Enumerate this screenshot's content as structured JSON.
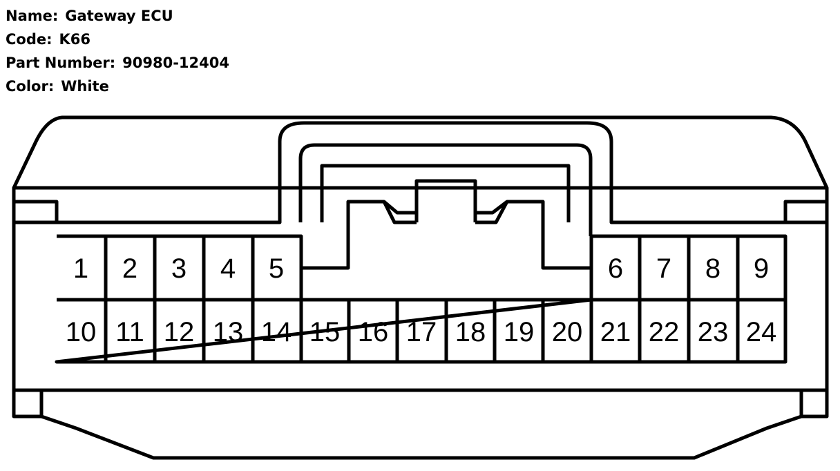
{
  "info": {
    "name_label": "Name:",
    "name_value": "Gateway ECU",
    "code_label": "Code:",
    "code_value": "K66",
    "part_label": "Part Number:",
    "part_value": "90980-12404",
    "color_label": "Color:",
    "color_value": "White"
  },
  "connector": {
    "top_row_pins": [
      "1",
      "2",
      "3",
      "4",
      "5",
      "6",
      "7",
      "8",
      "9"
    ],
    "bottom_row_pins": [
      "10",
      "11",
      "12",
      "13",
      "14",
      "15",
      "16",
      "17",
      "18",
      "19",
      "20",
      "21",
      "22",
      "23",
      "24"
    ]
  },
  "colors": {
    "stroke": "#000000",
    "background": "#ffffff"
  }
}
